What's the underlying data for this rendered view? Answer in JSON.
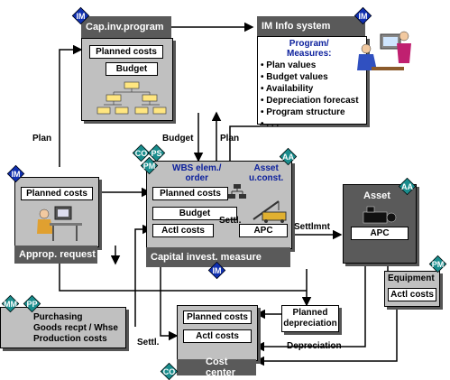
{
  "badges": {
    "im": "IM",
    "co": "CO",
    "ps": "PS",
    "pm": "PM",
    "aa": "AA",
    "mm": "MM",
    "pp": "PP"
  },
  "cap_program": {
    "title": "Cap.inv.program",
    "planned_costs": "Planned costs",
    "budget": "Budget"
  },
  "info_system": {
    "title": "IM Info system",
    "heading": "Program/\nMeasures:",
    "items": [
      "• Plan values",
      "• Budget values",
      "• Availability",
      "• Depreciation forecast",
      "• Program structure",
      "• . . ."
    ]
  },
  "approp": {
    "planned_costs": "Planned costs",
    "title": "Approp. request"
  },
  "cim": {
    "wbs": "WBS elem./\norder",
    "asset": "Asset\nu.const.",
    "planned_costs": "Planned costs",
    "budget": "Budget",
    "actl_costs": "Actl costs",
    "settl": "Settl.",
    "apc": "APC",
    "title": "Capital invest. measure"
  },
  "asset": {
    "title": "Asset",
    "apc": "APC"
  },
  "equipment": {
    "title": "Equipment",
    "actl_costs": "Actl costs"
  },
  "cost_center": {
    "planned_costs": "Planned costs",
    "actl_costs": "Actl costs",
    "title": "Cost center"
  },
  "planned_depr": {
    "text": "Planned\ndepreciation"
  },
  "purchasing": {
    "text": "Purchasing\nGoods recpt / Whse\nProduction costs"
  },
  "flows": {
    "plan_left": "Plan",
    "budget": "Budget",
    "plan_right": "Plan",
    "settlmnt": "Settlmnt",
    "settl_bottom": "Settl.",
    "depreciation": "Depreciation"
  }
}
